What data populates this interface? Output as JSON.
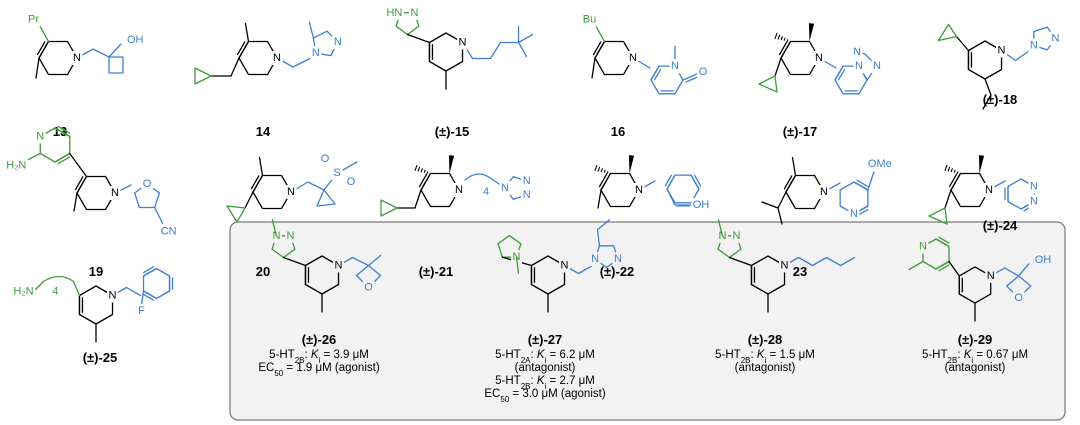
{
  "colors": {
    "core": "#000000",
    "left_fragment": "#3f9a3a",
    "right_fragment": "#3f7fd0",
    "panel_fill": "#f2f2f2",
    "panel_border": "#7a7a7a"
  },
  "compounds": [
    {
      "id": "13",
      "label": "13",
      "atoms": [
        "Pr",
        "N",
        "OH"
      ]
    },
    {
      "id": "14",
      "label": "14",
      "atoms": [
        "N",
        "N",
        "N"
      ]
    },
    {
      "id": "15",
      "label": "(±)-15",
      "atoms": [
        "HN",
        "N",
        "N"
      ]
    },
    {
      "id": "16",
      "label": "16",
      "atoms": [
        "Bu",
        "N",
        "N",
        "O"
      ]
    },
    {
      "id": "17",
      "label": "(±)-17",
      "atoms": [
        "N",
        "N",
        "N",
        "N"
      ]
    },
    {
      "id": "18",
      "label": "(±)-18",
      "atoms": [
        "N",
        "N",
        "N"
      ]
    },
    {
      "id": "19",
      "label": "19",
      "atoms": [
        "H₂N",
        "N",
        "N",
        "O",
        "CN"
      ]
    },
    {
      "id": "20",
      "label": "20",
      "atoms": [
        "N",
        "S",
        "O",
        "O"
      ]
    },
    {
      "id": "21",
      "label": "(±)-21",
      "atoms": [
        "N",
        "4",
        "N",
        "N",
        "N"
      ]
    },
    {
      "id": "22",
      "label": "(±)-22",
      "atoms": [
        "N",
        "OH"
      ]
    },
    {
      "id": "23",
      "label": "23",
      "atoms": [
        "N",
        "OMe",
        "N"
      ]
    },
    {
      "id": "24",
      "label": "(±)-24",
      "atoms": [
        "N",
        "N",
        "N"
      ]
    },
    {
      "id": "25",
      "label": "(±)-25",
      "atoms": [
        "H₂N",
        "4",
        "N",
        "F"
      ]
    }
  ],
  "highlighted": [
    {
      "id": "26",
      "label": "(±)-26",
      "atoms": [
        "N",
        "N",
        "N",
        "O"
      ],
      "lines": [
        {
          "receptor": "5-HT",
          "subtype": "2B",
          "sep": ": ",
          "param": "K",
          "param_sub": "i",
          "value": " = 3.9 μM",
          "note": ""
        },
        {
          "receptor": "EC",
          "subtype": "50",
          "sep": "",
          "param": "",
          "param_sub": "",
          "value": " = 1.9 μM (agonist)",
          "note": ""
        }
      ]
    },
    {
      "id": "27",
      "label": "(±)-27",
      "atoms": [
        "N",
        "N",
        "N",
        "N"
      ],
      "lines": [
        {
          "receptor": "5-HT",
          "subtype": "2A",
          "sep": ":  ",
          "param": "K",
          "param_sub": "i",
          "value": " = 6.2 μM",
          "note": "(antagonist)"
        },
        {
          "receptor": "5-HT",
          "subtype": "2B",
          "sep": ": ",
          "param": "K",
          "param_sub": "i",
          "value": " =  2.7 μM",
          "note": ""
        },
        {
          "receptor": "EC",
          "subtype": "50",
          "sep": "",
          "param": "",
          "param_sub": "",
          "value": " = 3.0 μM (agonist)",
          "note": ""
        }
      ]
    },
    {
      "id": "28",
      "label": "(±)-28",
      "atoms": [
        "N",
        "N",
        "N"
      ],
      "lines": [
        {
          "receptor": "5-HT",
          "subtype": "2B",
          "sep": ": ",
          "param": "K",
          "param_sub": "i",
          "value": " =  1.5 μM",
          "note": "(antagonist)"
        }
      ]
    },
    {
      "id": "29",
      "label": "(±)-29",
      "atoms": [
        "N",
        "N",
        "OH",
        "O"
      ],
      "lines": [
        {
          "receptor": "5-HT",
          "subtype": "2B",
          "sep": ":  ",
          "param": "K",
          "param_sub": "i",
          "value": " = 0.67 μM",
          "note": "(antagonist)"
        }
      ]
    }
  ]
}
